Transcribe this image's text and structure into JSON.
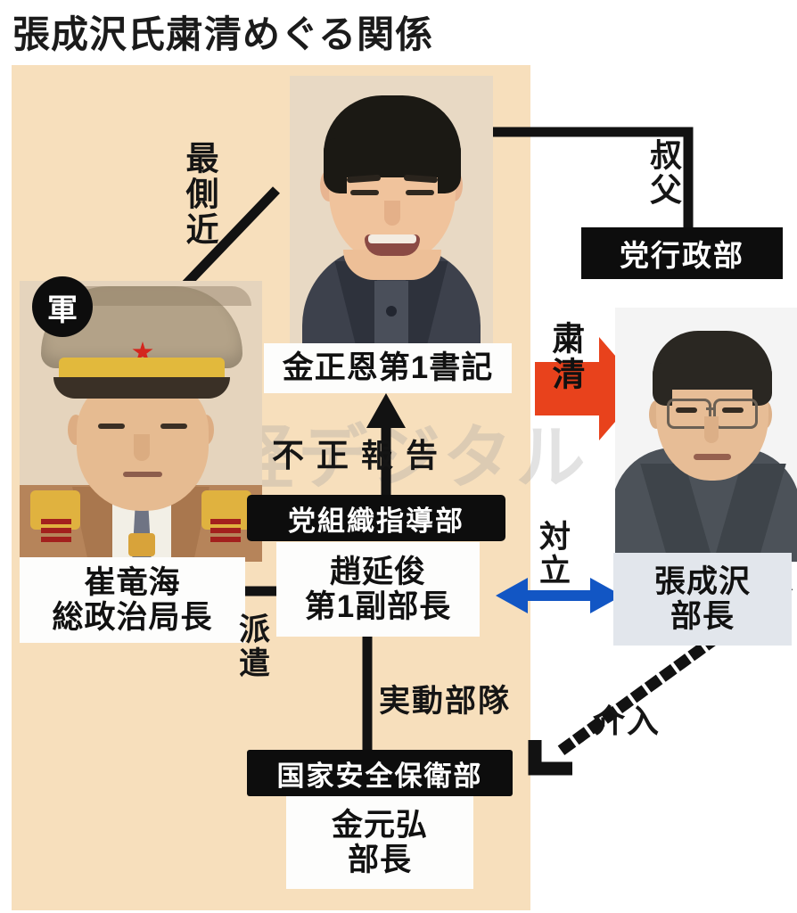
{
  "title": "張成沢氏粛清めぐる関係",
  "watermark": "産経デジタル",
  "colors": {
    "panel_beige": "#F7DFBC",
    "box_black": "#0D0D0D",
    "box_white": "#FDFDFC",
    "jst_box": "#E2E6EC",
    "purge_arrow_red": "#E8421C",
    "conflict_arrow_blue": "#1256C4",
    "title_black": "#1B1B1B"
  },
  "nodes": {
    "kim_jong_un": {
      "label": "金正恩第1書記",
      "photo": "kim-jong-un-portrait"
    },
    "choe_ryong_hae": {
      "name": "崔竜海",
      "role": "総政治局長",
      "badge": "軍",
      "photo": "choe-ryong-hae-portrait"
    },
    "cho_yon_jun": {
      "name": "趙延俊",
      "role": "第1副部長"
    },
    "kim_won_hong": {
      "name": "金元弘",
      "role": "部長"
    },
    "jang_song_thaek": {
      "name": "張成沢",
      "role": "部長",
      "photo": "jang-song-thaek-portrait"
    },
    "party_admin_dept": {
      "label": "党行政部"
    },
    "party_org_dept": {
      "label": "党組織指導部"
    },
    "state_security_dept": {
      "label": "国家安全保衛部"
    }
  },
  "edges": [
    {
      "id": "closest-aide",
      "label": "最側近",
      "from": "kim_jong_un",
      "to": "choe_ryong_hae",
      "style": "line"
    },
    {
      "id": "uncle",
      "label": "叔父",
      "from": "kim_jong_un",
      "to": "party_admin_dept",
      "style": "line"
    },
    {
      "id": "purge",
      "label": "粛清",
      "from": "kim_jong_un",
      "to": "jang_song_thaek",
      "style": "red-arrow"
    },
    {
      "id": "false-report",
      "label": "不正報告",
      "from": "party_org_dept",
      "to": "kim_jong_un",
      "style": "black-arrow-up"
    },
    {
      "id": "dispatch",
      "label": "派遣",
      "from": "cho_yon_jun",
      "to": "choe_ryong_hae",
      "style": "black-arrow-left"
    },
    {
      "id": "conflict",
      "label": "対立",
      "from": "cho_yon_jun",
      "to": "jang_song_thaek",
      "style": "blue-double-arrow"
    },
    {
      "id": "action-unit",
      "label": "実動部隊",
      "from": "state_security_dept",
      "to": "cho_yon_jun",
      "style": "line"
    },
    {
      "id": "intervene",
      "label": "介入",
      "from": "jang_song_thaek",
      "to": "state_security_dept",
      "style": "dotted-arrow"
    }
  ]
}
